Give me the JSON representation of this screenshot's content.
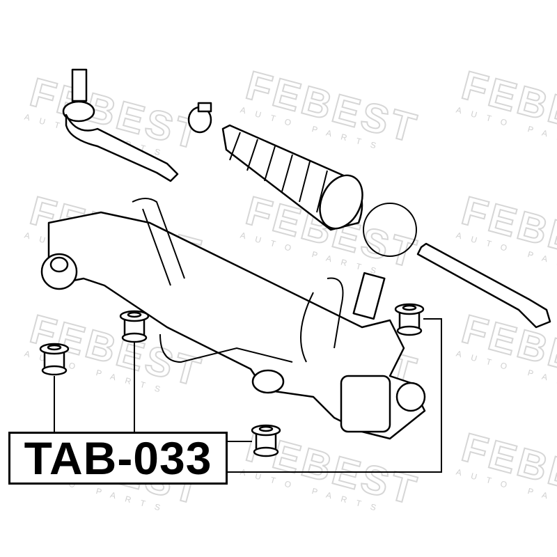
{
  "watermark": {
    "brand": "FEBEST",
    "tagline": "AUTO PARTS"
  },
  "part_label": {
    "number": "TAB-033"
  },
  "colors": {
    "line": "#000000",
    "watermark": "#d6d6d6",
    "background": "#ffffff"
  }
}
